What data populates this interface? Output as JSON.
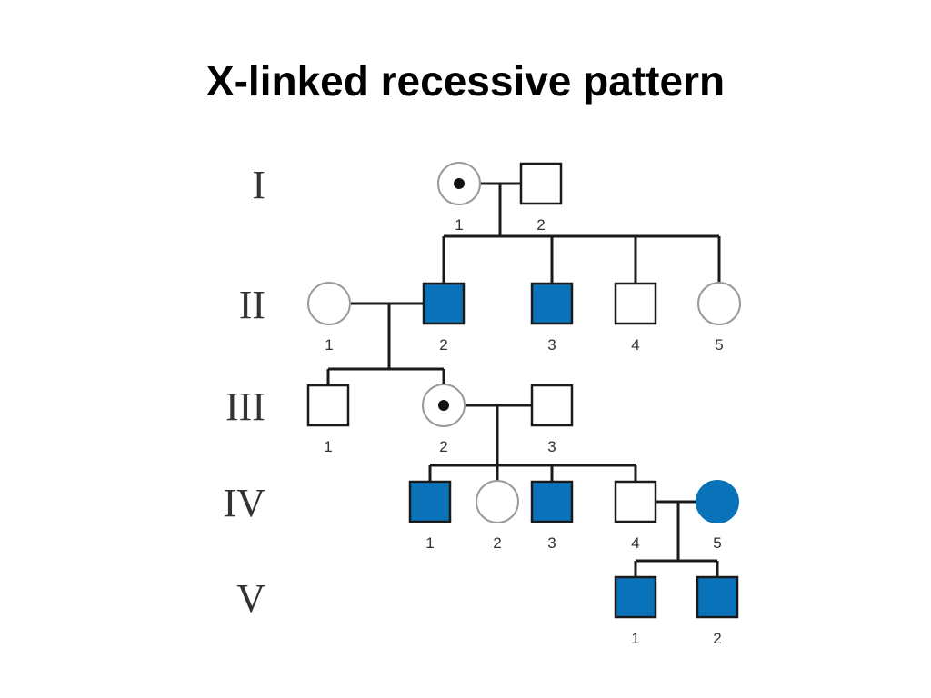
{
  "title": "X-linked recessive pattern",
  "colors": {
    "affected": "#0a72b8",
    "line": "#1a1a1a",
    "outline_female_unaffected": "#9a9a9a",
    "carrier_dot": "#111111"
  },
  "generations": [
    {
      "label": "I"
    },
    {
      "label": "II"
    },
    {
      "label": "III"
    },
    {
      "label": "IV"
    },
    {
      "label": "V"
    }
  ],
  "individuals": [
    {
      "id": "I-1",
      "number": "1",
      "sex": "female",
      "status": "carrier"
    },
    {
      "id": "I-2",
      "number": "2",
      "sex": "male",
      "status": "unaffected"
    },
    {
      "id": "II-1",
      "number": "1",
      "sex": "female",
      "status": "unaffected"
    },
    {
      "id": "II-2",
      "number": "2",
      "sex": "male",
      "status": "affected"
    },
    {
      "id": "II-3",
      "number": "3",
      "sex": "male",
      "status": "affected"
    },
    {
      "id": "II-4",
      "number": "4",
      "sex": "male",
      "status": "unaffected"
    },
    {
      "id": "II-5",
      "number": "5",
      "sex": "female",
      "status": "unaffected"
    },
    {
      "id": "III-1",
      "number": "1",
      "sex": "male",
      "status": "unaffected"
    },
    {
      "id": "III-2",
      "number": "2",
      "sex": "female",
      "status": "carrier"
    },
    {
      "id": "III-3",
      "number": "3",
      "sex": "male",
      "status": "unaffected"
    },
    {
      "id": "IV-1",
      "number": "1",
      "sex": "male",
      "status": "affected"
    },
    {
      "id": "IV-2",
      "number": "2",
      "sex": "female",
      "status": "unaffected"
    },
    {
      "id": "IV-3",
      "number": "3",
      "sex": "male",
      "status": "affected"
    },
    {
      "id": "IV-4",
      "number": "4",
      "sex": "male",
      "status": "unaffected"
    },
    {
      "id": "IV-5",
      "number": "5",
      "sex": "female",
      "status": "affected"
    },
    {
      "id": "V-1",
      "number": "1",
      "sex": "male",
      "status": "affected"
    },
    {
      "id": "V-2",
      "number": "2",
      "sex": "male",
      "status": "affected"
    }
  ]
}
